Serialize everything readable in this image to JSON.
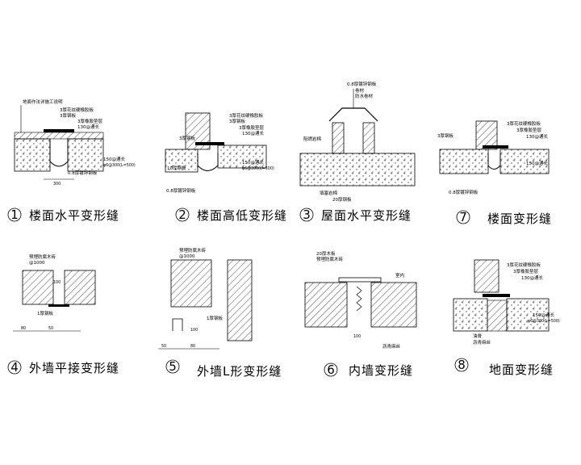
{
  "details": [
    {
      "num": "1",
      "title": "楼面水平变形缝",
      "labels": [
        "地面作法详施工说明",
        "3厚花纹硬橡胶板",
        "3厚钢板",
        "3厚橡胶垫层",
        "130@通长",
        "150@通长",
        "φ6@300(L=500)",
        "0.8厚镀锌钢板",
        "300"
      ]
    },
    {
      "num": "2",
      "title": "楼面高低变形缝",
      "labels": [
        "3厚花纹硬橡胶板",
        "3厚钢板",
        "3厚橡胶垫层",
        "130@通长",
        "150@通长",
        "φ6@300(L=500)",
        "0.8厚镀锌钢板",
        "3厚钢板",
        "10厚钢板"
      ]
    },
    {
      "num": "3",
      "title": "屋面水平变形缝",
      "labels": [
        "0.8厚镀锌钢板",
        "卷材",
        "防水卷材",
        "阻燃岩棉",
        "填塞岩棉",
        "20厚钢板"
      ]
    },
    {
      "num": "7",
      "title": "楼面变形缝",
      "labels": [
        "3厚花纹硬橡胶板",
        "3厚橡胶垫层",
        "130@通长",
        "150@通长",
        "3厚钢板",
        "0.8厚镀锌钢板"
      ]
    },
    {
      "num": "4",
      "title": "外墙平接变形缝",
      "labels": [
        "预埋防腐木砖",
        "@1000",
        "1厚钢板",
        "100",
        "50",
        "80"
      ]
    },
    {
      "num": "5",
      "title": "外墙L形变形缝",
      "labels": [
        "预埋防腐木砖",
        "@1000",
        "1厚钢板",
        "100",
        "50",
        "80"
      ]
    },
    {
      "num": "6",
      "title": "内墙变形缝",
      "labels": [
        "20厚木板",
        "预埋防腐木砖",
        "室内",
        "沥青麻丝",
        "100"
      ]
    },
    {
      "num": "8",
      "title": "地面变形缝",
      "labels": [
        "3厚花纹硬橡胶板",
        "3厚橡胶垫层",
        "130@通长",
        "150@通长",
        "油膏",
        "沥青麻丝",
        "φ6@300(L=500)"
      ]
    }
  ]
}
